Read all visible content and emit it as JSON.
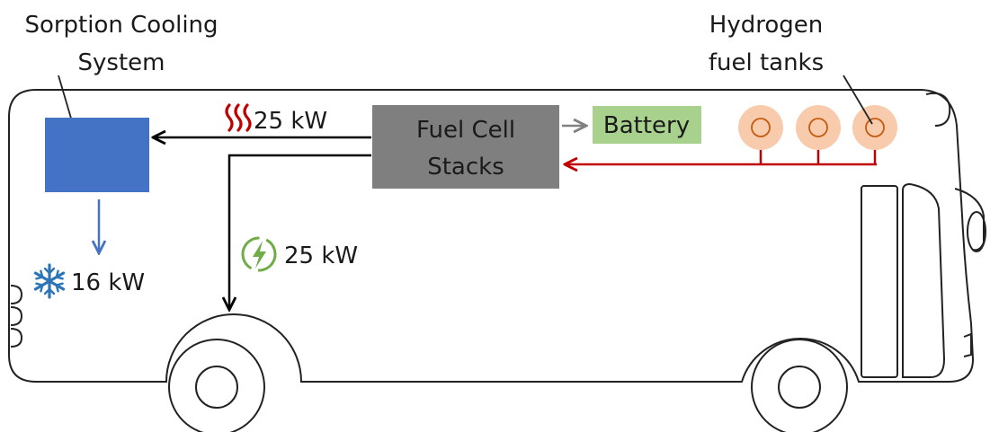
{
  "labels": {
    "sorption_line1": "Sorption Cooling",
    "sorption_line2": "System",
    "hydrogen_line1": "Hydrogen",
    "hydrogen_line2": "fuel tanks",
    "fuel_cell_line1": "Fuel Cell",
    "fuel_cell_line2": "Stacks",
    "battery": "Battery",
    "heat_power": "25 kW",
    "electric_power": "25 kW",
    "cooling_power": "16 kW"
  },
  "colors": {
    "sorption_box": "#4472c4",
    "fuel_cell_box": "#7f7f7f",
    "battery_box": "#a9d18e",
    "tank_fill": "#f8cbad",
    "tank_stroke": "#c55a11",
    "hydrogen_line": "#c00000",
    "heat_icon": "#c00000",
    "lightning_icon": "#70ad47",
    "snowflake_icon": "#2e75b6",
    "cooling_arrow": "#4472c4",
    "gray_arrow": "#808080",
    "power_arrow": "#000000"
  },
  "icons": {
    "heat": "heat-waves-icon",
    "electric": "lightning-bolt-icon",
    "cooling": "snowflake-icon"
  }
}
